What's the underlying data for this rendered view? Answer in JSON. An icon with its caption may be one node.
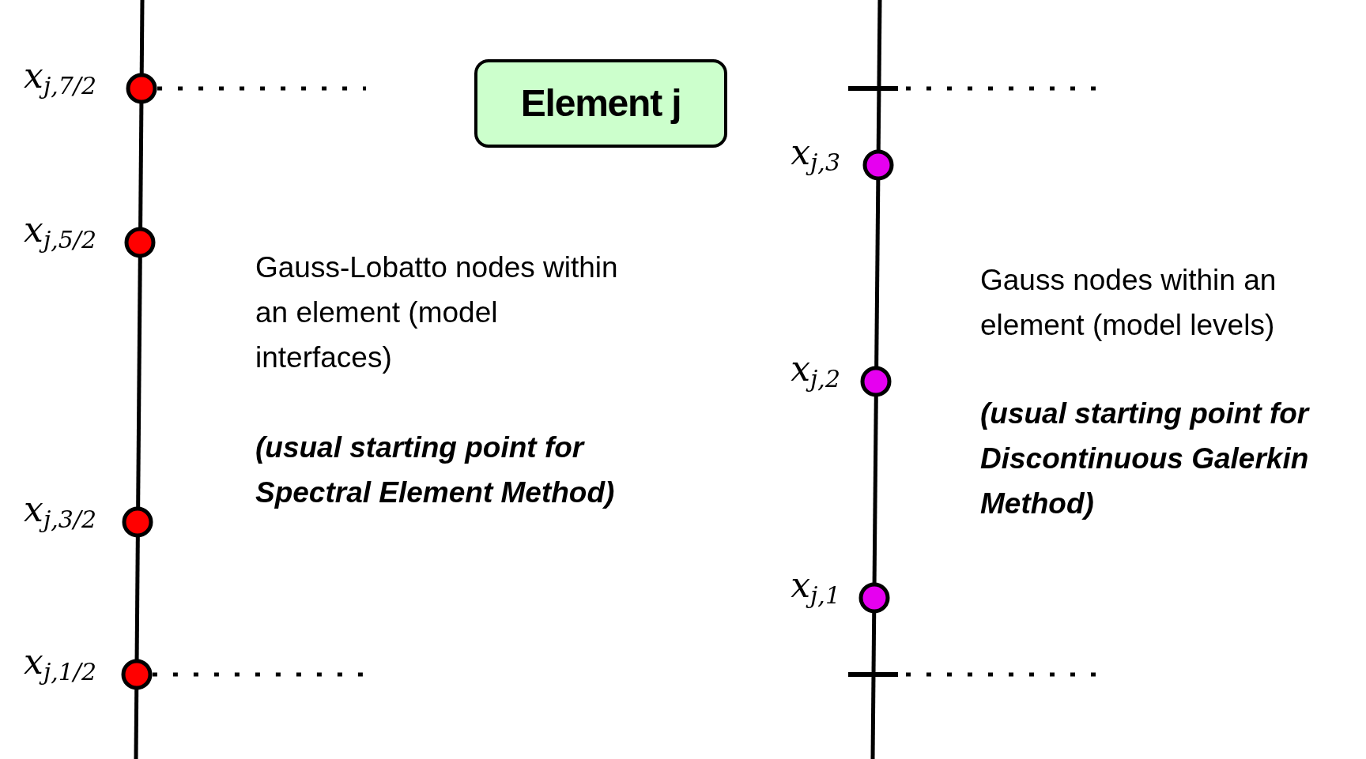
{
  "diagram": {
    "nodes": [
      {
        "text": [],
        "shape": "circle",
        "beside": [
          "x$_{j,7/2}$"
        ]
      },
      {
        "text": [
          "Element j"
        ]
      },
      {
        "text": [],
        "shape": "circle",
        "beside": [
          "x$_{j,3}$"
        ]
      },
      {
        "text": [],
        "shape": "circle",
        "beside": [
          "x$_{j,5/2}$"
        ]
      },
      {
        "text": [],
        "shape": "circle",
        "beside": [
          "x$_{j,2}$"
        ]
      },
      {
        "text": [],
        "shape": "circle",
        "beside": [
          "x$_{j,3/2}$"
        ]
      },
      {
        "text": [],
        "shape": "circle",
        "beside": [
          "x$_{j,1}$"
        ]
      },
      {
        "text": [],
        "shape": "circle",
        "beside": [
          "x$_{j,1/2}$"
        ]
      }
    ],
    "labels": [
      "Gauss-Lobatto nodes within an element (model interfaces)",
      "Gauss nodes within an element (model levels)",
      "(usual starting point for Discontinuous Galerkin Method)",
      "(usual starting point for Spectral Element Method)"
    ]
  }
}
